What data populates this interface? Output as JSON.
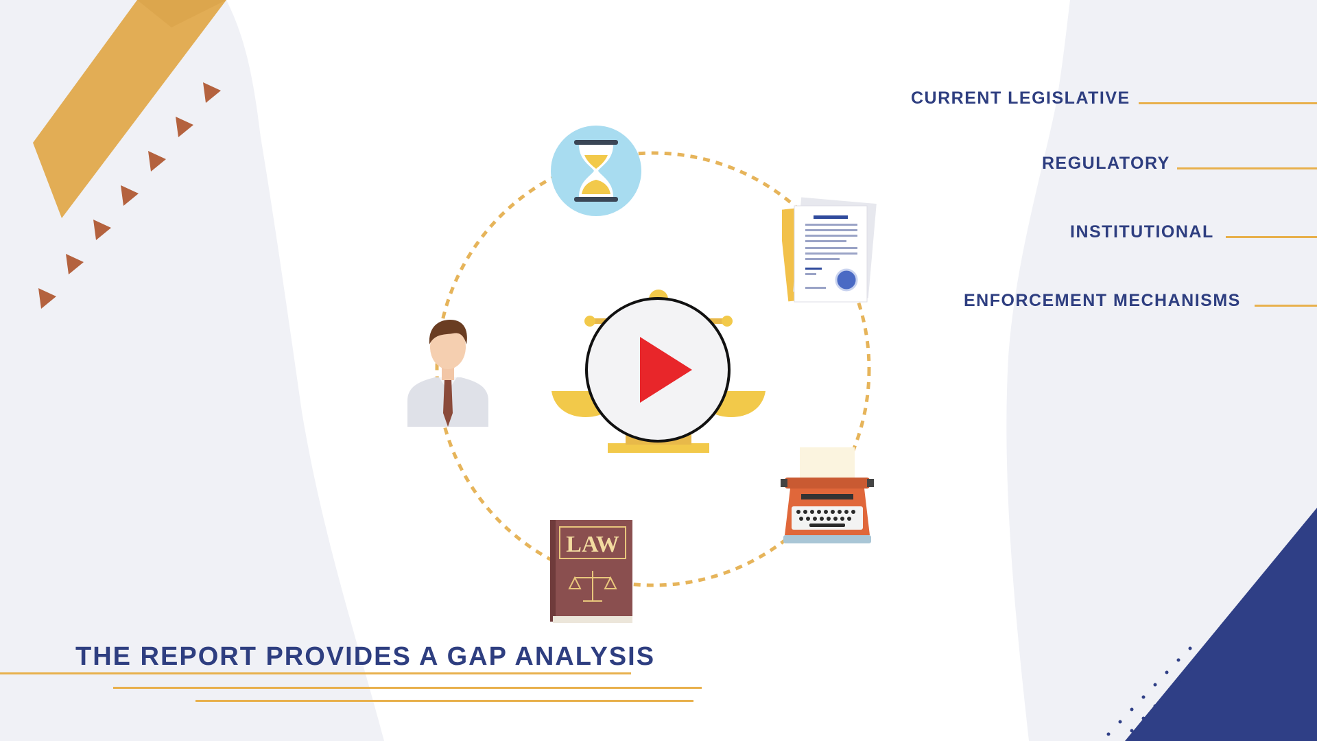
{
  "colors": {
    "navy": "#2e3e80",
    "gold": "#e8b04c",
    "play_red": "#e8262a",
    "hourglass_bg": "#a8dcf0",
    "book": "#8a4f4f",
    "typewriter": "#e0673a"
  },
  "labels": [
    {
      "id": "current-legislative",
      "text": "CURRENT LEGISLATIVE"
    },
    {
      "id": "regulatory",
      "text": "REGULATORY"
    },
    {
      "id": "institutional",
      "text": "INSTITUTIONAL"
    },
    {
      "id": "enforcement-mechanisms",
      "text": "ENFORCEMENT MECHANISMS"
    }
  ],
  "caption": {
    "text": "THE REPORT PROVIDES A GAP ANALYSIS"
  },
  "icons": {
    "hourglass": "hourglass-icon",
    "document": "certificate-document-icon",
    "person": "businessman-icon",
    "scales": "scales-of-justice-icon",
    "typewriter": "typewriter-icon",
    "law_book": "law-book-icon"
  },
  "law_book": {
    "title": "LAW"
  },
  "video": {
    "play_icon": "play-icon"
  }
}
